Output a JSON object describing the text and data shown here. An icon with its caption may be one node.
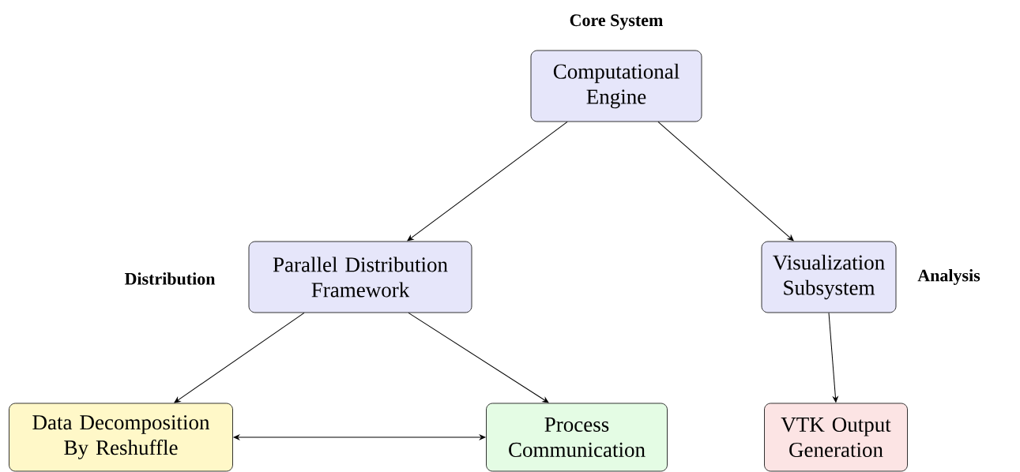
{
  "diagram": {
    "nodes": [
      {
        "text": [
          "Computational Engine"
        ],
        "beside": [
          "Core System"
        ]
      },
      {
        "text": [
          "Parallel Distribution Framework"
        ],
        "beside": [
          "Distribution"
        ]
      },
      {
        "text": [
          "Visualization Subsystem"
        ],
        "beside": [
          "Analysis"
        ]
      },
      {
        "text": [
          "Data Decomposition By Reshuffle"
        ]
      },
      {
        "text": [
          "Process Communication"
        ]
      },
      {
        "text": [
          "VTK Output Generation"
        ]
      }
    ],
    "edges": [
      {
        "from": 0,
        "to": 1,
        "arrow": "to"
      },
      {
        "from": 0,
        "to": 2,
        "arrow": "to"
      },
      {
        "from": 1,
        "to": 3,
        "arrow": "to"
      },
      {
        "from": 1,
        "to": 4,
        "arrow": "to"
      },
      {
        "from": 2,
        "to": 5,
        "arrow": "to"
      },
      {
        "from": 3,
        "to": 4,
        "arrow": "both"
      }
    ]
  }
}
